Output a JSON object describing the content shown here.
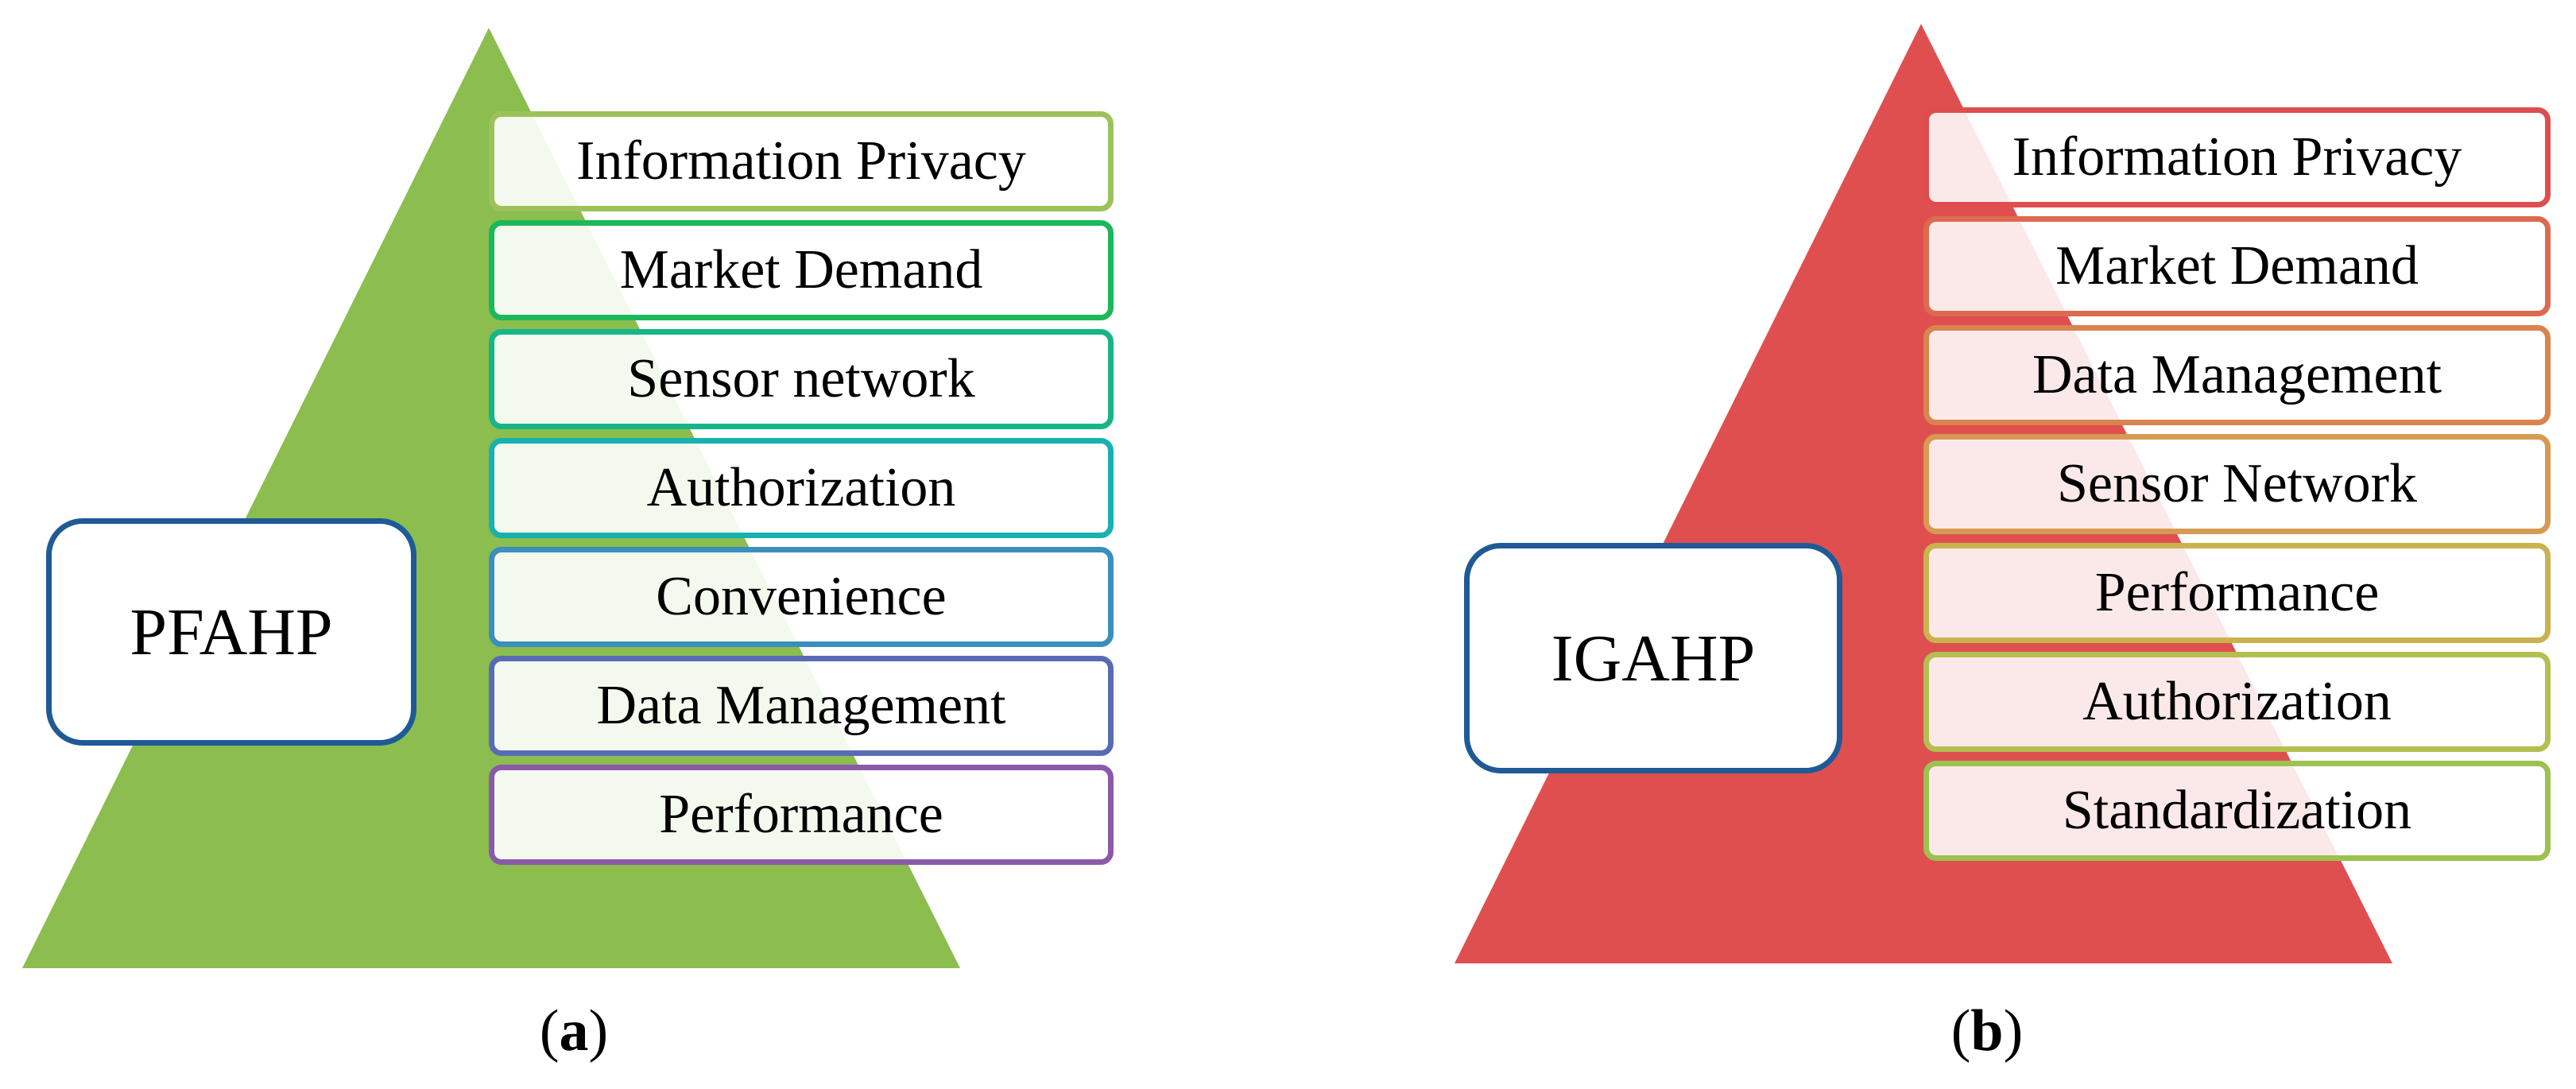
{
  "panels": [
    {
      "method_label": "PFAHP",
      "caption": "a",
      "triangle_color": "#8bbd4f",
      "items": [
        {
          "label": "Information Privacy",
          "border_color": "#9cc25a"
        },
        {
          "label": "Market Demand",
          "border_color": "#1bb85a"
        },
        {
          "label": "Sensor network",
          "border_color": "#17b586"
        },
        {
          "label": "Authorization",
          "border_color": "#17b1b0"
        },
        {
          "label": "Convenience",
          "border_color": "#3b8fbd"
        },
        {
          "label": "Data Management",
          "border_color": "#5a6bb5"
        },
        {
          "label": "Performance",
          "border_color": "#8a5aa8"
        }
      ]
    },
    {
      "method_label": "IGAHP",
      "caption": "b",
      "triangle_color": "#df4f4f",
      "items": [
        {
          "label": "Information Privacy",
          "border_color": "#de4e4e"
        },
        {
          "label": "Market Demand",
          "border_color": "#dd6a4e"
        },
        {
          "label": "Data Management",
          "border_color": "#d9844f"
        },
        {
          "label": "Sensor Network",
          "border_color": "#d69a52"
        },
        {
          "label": "Performance",
          "border_color": "#c9b350"
        },
        {
          "label": "Authorization",
          "border_color": "#b3bf4f"
        },
        {
          "label": "Standardization",
          "border_color": "#9cc24f"
        }
      ]
    }
  ]
}
